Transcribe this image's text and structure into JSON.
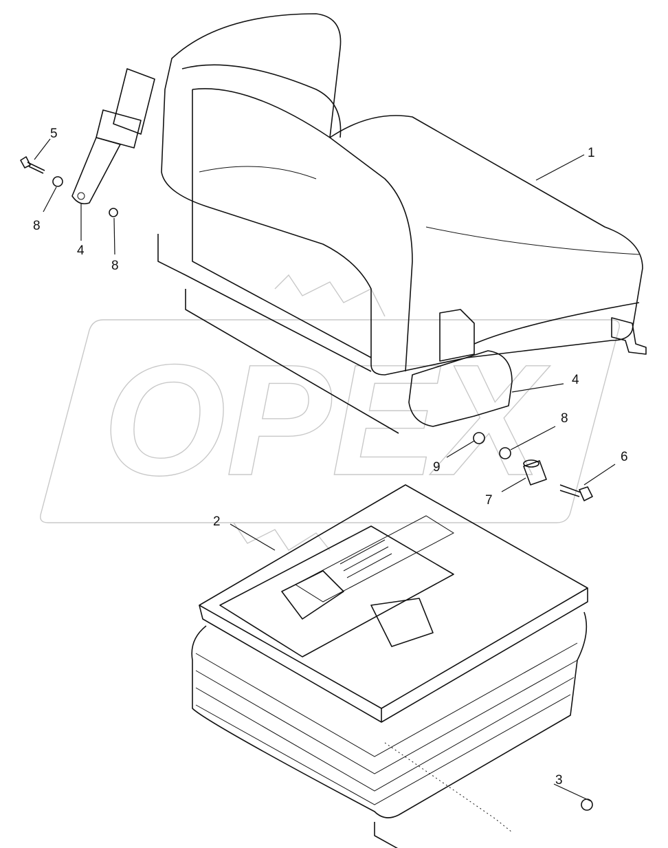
{
  "diagram": {
    "watermark": "OPEX",
    "callouts": [
      {
        "id": "c1",
        "label": "1"
      },
      {
        "id": "c2",
        "label": "2"
      },
      {
        "id": "c3",
        "label": "3"
      },
      {
        "id": "c4a",
        "label": "4"
      },
      {
        "id": "c4b",
        "label": "4"
      },
      {
        "id": "c5",
        "label": "5"
      },
      {
        "id": "c6",
        "label": "6"
      },
      {
        "id": "c7",
        "label": "7"
      },
      {
        "id": "c8a",
        "label": "8"
      },
      {
        "id": "c8b",
        "label": "8"
      },
      {
        "id": "c8c",
        "label": "8"
      },
      {
        "id": "c9",
        "label": "9"
      }
    ]
  }
}
